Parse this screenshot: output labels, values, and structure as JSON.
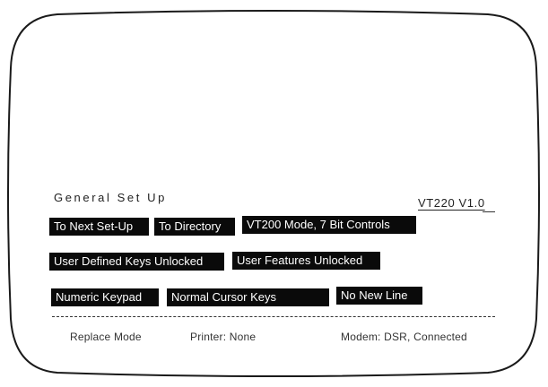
{
  "screen": {
    "title": "General Set Up",
    "version": "VT220 V1.0"
  },
  "rows": [
    {
      "items": [
        {
          "label": "To Next Set-Up"
        },
        {
          "label": "To Directory"
        },
        {
          "label": "VT200 Mode, 7 Bit Controls"
        }
      ]
    },
    {
      "items": [
        {
          "label": "User Defined Keys Unlocked"
        },
        {
          "label": "User Features Unlocked"
        }
      ]
    },
    {
      "items": [
        {
          "label": "Numeric Keypad"
        },
        {
          "label": "Normal Cursor Keys"
        },
        {
          "label": "No New Line"
        }
      ]
    }
  ],
  "status_line": {
    "mode": "Replace Mode",
    "printer": "Printer: None",
    "modem": "Modem: DSR, Connected"
  },
  "colors": {
    "screen_background": "#ffffff",
    "field_background": "#0a0a0a",
    "field_text": "#ffffff",
    "text": "#222222"
  }
}
